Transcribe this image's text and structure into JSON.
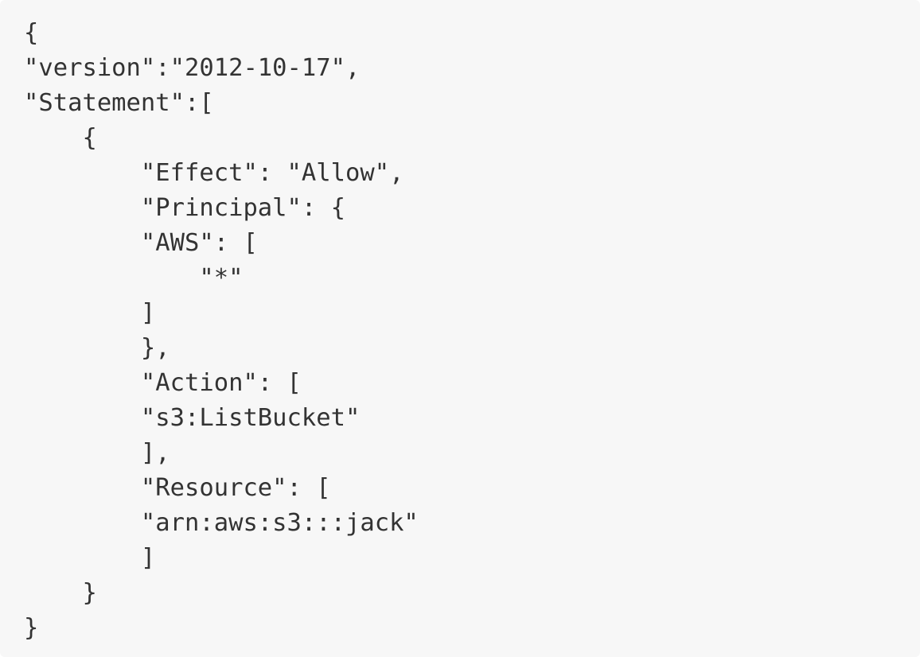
{
  "code": {
    "lines": [
      "{",
      "\"version\":\"2012-10-17\",",
      "\"Statement\":[",
      "    {",
      "        \"Effect\": \"Allow\",",
      "        \"Principal\": {",
      "        \"AWS\": [",
      "            \"*\"",
      "        ]",
      "        },",
      "        \"Action\": [",
      "        \"s3:ListBucket\"",
      "        ],",
      "        \"Resource\": [",
      "        \"arn:aws:s3:::jack\"",
      "        ]",
      "    }",
      "}"
    ]
  }
}
